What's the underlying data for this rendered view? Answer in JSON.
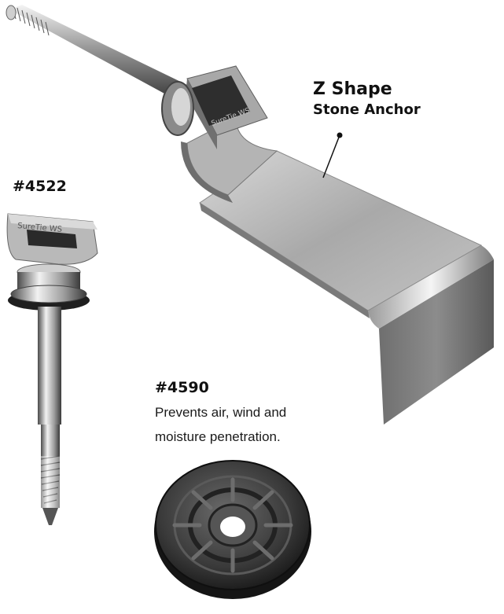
{
  "z_anchor": {
    "title": "Z Shape",
    "subtitle": "Stone Anchor"
  },
  "tie_4522": {
    "part_number": "#4522",
    "engraving": "SureTie WS"
  },
  "washer_4590": {
    "part_number": "#4590",
    "description_line1": "Prevents air, wind and",
    "description_line2": "moisture penetration."
  },
  "anchor_engraving": "SureTie WS"
}
